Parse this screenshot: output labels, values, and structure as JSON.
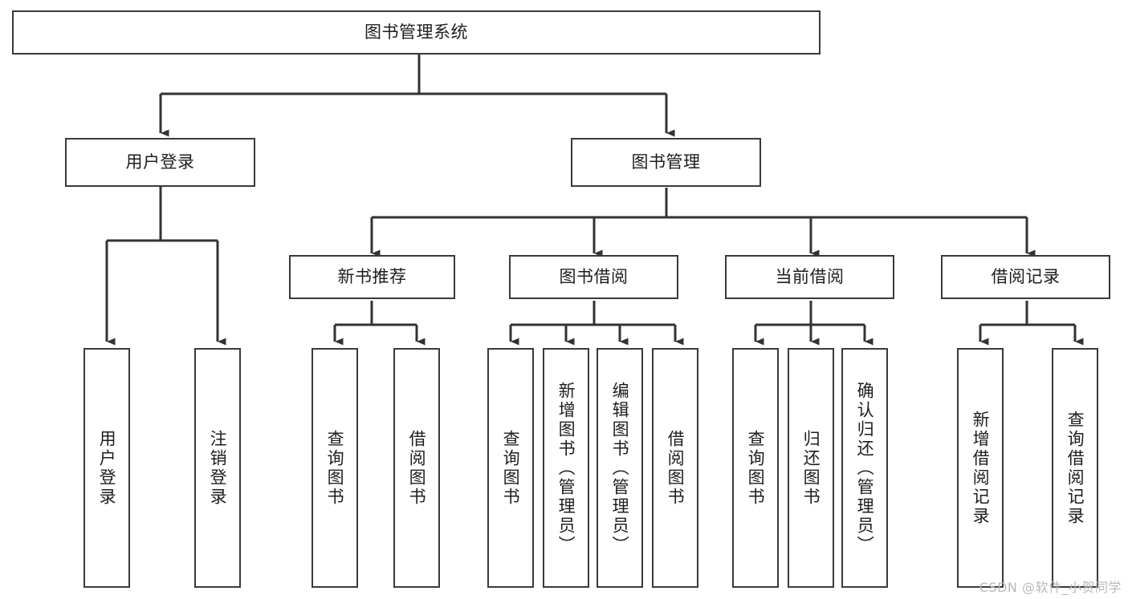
{
  "diagram": {
    "type": "tree",
    "title": "图书管理系统",
    "watermark": "CSDN @软件_小贺同学",
    "colors": {
      "box_border": "#3a3a3a",
      "box_fill": "#ffffff",
      "connector": "#333333",
      "text": "#1d1d1d",
      "watermark": "#b9b9b9",
      "background": "#ffffff"
    },
    "nodes": {
      "root": {
        "label": "图书管理系统"
      },
      "level1": [
        {
          "id": "user-login",
          "label": "用户登录"
        },
        {
          "id": "book-manage",
          "label": "图书管理"
        }
      ],
      "level2": [
        {
          "id": "new-book-recommend",
          "label": "新书推荐"
        },
        {
          "id": "book-borrow",
          "label": "图书借阅"
        },
        {
          "id": "current-borrow",
          "label": "当前借阅"
        },
        {
          "id": "borrow-record",
          "label": "借阅记录"
        }
      ],
      "leaves": {
        "user_login": [
          {
            "id": "leaf-user-login",
            "label": "用户登录"
          },
          {
            "id": "leaf-logout-login",
            "label": "注销登录"
          }
        ],
        "new_book_recommend": [
          {
            "id": "leaf-query-book-1",
            "label": "查询图书"
          },
          {
            "id": "leaf-borrow-book-1",
            "label": "借阅图书"
          }
        ],
        "book_borrow": [
          {
            "id": "leaf-query-book-2",
            "label": "查询图书"
          },
          {
            "id": "leaf-add-book",
            "label": "新增图书（管理员）"
          },
          {
            "id": "leaf-edit-book",
            "label": "编辑图书（管理员）"
          },
          {
            "id": "leaf-borrow-book-2",
            "label": "借阅图书"
          }
        ],
        "current_borrow": [
          {
            "id": "leaf-query-book-3",
            "label": "查询图书"
          },
          {
            "id": "leaf-return-book",
            "label": "归还图书"
          },
          {
            "id": "leaf-confirm-return",
            "label": "确认归还（管理员）"
          }
        ],
        "borrow_record": [
          {
            "id": "leaf-add-record",
            "label": "新增借阅记录"
          },
          {
            "id": "leaf-query-record",
            "label": "查询借阅记录"
          }
        ]
      }
    }
  }
}
